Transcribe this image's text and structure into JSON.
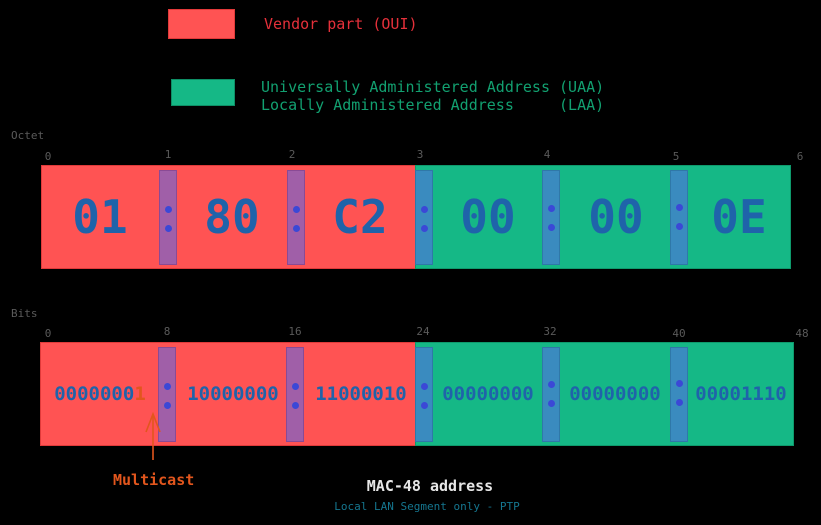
{
  "legend": [
    {
      "label": "Vendor part (OUI)",
      "color": "#ff5353",
      "text_color": "#e5303a"
    },
    {
      "label": "Universally Administered Address (UAA)\nLocally Administered Address     (LAA)",
      "color": "#15b886",
      "text_color": "#12a070"
    }
  ],
  "octet_row": {
    "title": "Octet",
    "ticks": [
      "0",
      "1",
      "2",
      "3",
      "4",
      "5",
      "6"
    ],
    "values": [
      "01",
      "80",
      "C2",
      "00",
      "00",
      "0E"
    ]
  },
  "bits_row": {
    "title": "Bits",
    "ticks": [
      "0",
      "8",
      "16",
      "24",
      "32",
      "40",
      "48"
    ],
    "values": [
      "0000000",
      "10000000",
      "11000010",
      "00000000",
      "00000000",
      "00001110"
    ],
    "highlight_bit": "1"
  },
  "annotation": {
    "label": "Multicast",
    "color": "#e2561d"
  },
  "caption": {
    "title": "MAC-48 address",
    "subtitle": "Local LAN Segment only - PTP"
  },
  "colors": {
    "oui": "#ff5353",
    "uaa": "#15b886",
    "sep_oui": "#a05fa8",
    "sep_uaa": "#3a8bbf",
    "text": "#1f63aa"
  }
}
